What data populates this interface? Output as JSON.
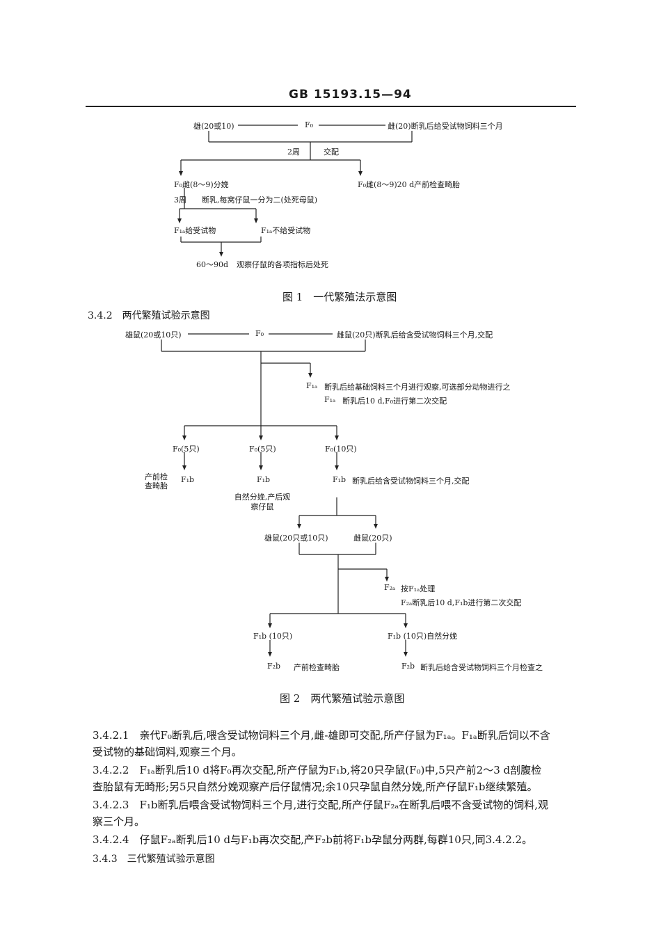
{
  "header": {
    "doc_number": "GB 15193.15—94"
  },
  "figure1": {
    "male_parent": "雄(20或10)",
    "generation": "F₀",
    "female_parent": "雌(20)断乳后给受试物饲料三个月",
    "duration": "2周",
    "mating": "交配",
    "left_branch": "F₀雌(8～9)分娩",
    "right_branch": "F₀雌(8～9)20 d产前检查畸胎",
    "weeks3": "3周",
    "weaning": "断乳,每窝仔鼠一分为二(处死母鼠)",
    "f1a": "F₁ₐ给受试物",
    "f1b": "F₁ₐ不给受试物",
    "days": "60～90d",
    "observe": "观察仔鼠的各项指标后处死",
    "caption": "图 1　一代繁殖法示意图"
  },
  "section_342": "3.4.2　两代繁殖试验示意图",
  "figure2": {
    "male_parent": "雄鼠(20或10只)",
    "generation": "F₀",
    "female_parent": "雌鼠(20只)断乳后给含受试物饲料三个月,交配",
    "f1a_label": "F₁ₐ",
    "f1a_note1": "断乳后给基础饲料三个月进行观察,可选部分动物进行之",
    "f1a_label2": "F₁ₐ",
    "f1a_note2": "断乳后10 d,F₀进行第二次交配",
    "b1": "F₀(5只)",
    "b2": "F₀(5只)",
    "b3": "F₀(10只)",
    "prenatal": "产前检查畸胎",
    "f1b_1": "F₁b",
    "f1b_2": "F₁b",
    "f1b_3": "F₁b",
    "f1b_3_note": "断乳后给含受试物饲料三个月,交配",
    "natural_birth": "自然分娩,产后观察仔鼠",
    "male2": "雄鼠(20只或10只)",
    "female2": "雌鼠(20只)",
    "f2a_label": "F₂ₐ",
    "f2a_note1": "按F₁ₐ处理",
    "f2a_note2": "F₂ₐ断乳后10 d,F₁b进行第二次交配",
    "f1b_10a": "F₁b (10只)",
    "f1b_10b": "F₁b (10只)自然分娩",
    "f2b_1": "F₂b",
    "f2b_1_note": "产前检查畸胎",
    "f2b_2": "F₂b",
    "f2b_2_note": "断乳后给含受试物饲料三个月检查之",
    "caption": "图 2　两代繁殖试验示意图"
  },
  "paragraphs": {
    "p1_line1": "3.4.2.1　亲代F₀断乳后,喂含受试物饲料三个月,雌-雄即可交配,所产仔鼠为F₁ₐ。F₁ₐ断乳后饲以不含",
    "p1_line2": "受试物的基础饲料,观察三个月。",
    "p2_line1": "3.4.2.2　F₁ₐ断乳后10 d将F₀再次交配,所产仔鼠为F₁b,将20只孕鼠(F₀)中,5只产前2～3 d剖腹检",
    "p2_line2": "查胎鼠有无畸形;另5只自然分娩观察产后仔鼠情况;余10只孕鼠自然分娩,所产仔鼠F₁b继续繁殖。",
    "p3_line1": "3.4.2.3　F₁b断乳后喂含受试物饲料三个月,进行交配,所产仔鼠F₂ₐ在断乳后喂不含受试物的饲料,观",
    "p3_line2": "察三个月。",
    "p4_line1": "3.4.2.4　仔鼠F₂ₐ断乳后10 d与F₁b再次交配,产F₂b前将F₁b孕鼠分两群,每群10只,同3.4.2.2。",
    "section_343": "3.4.3　三代繁殖试验示意图"
  }
}
